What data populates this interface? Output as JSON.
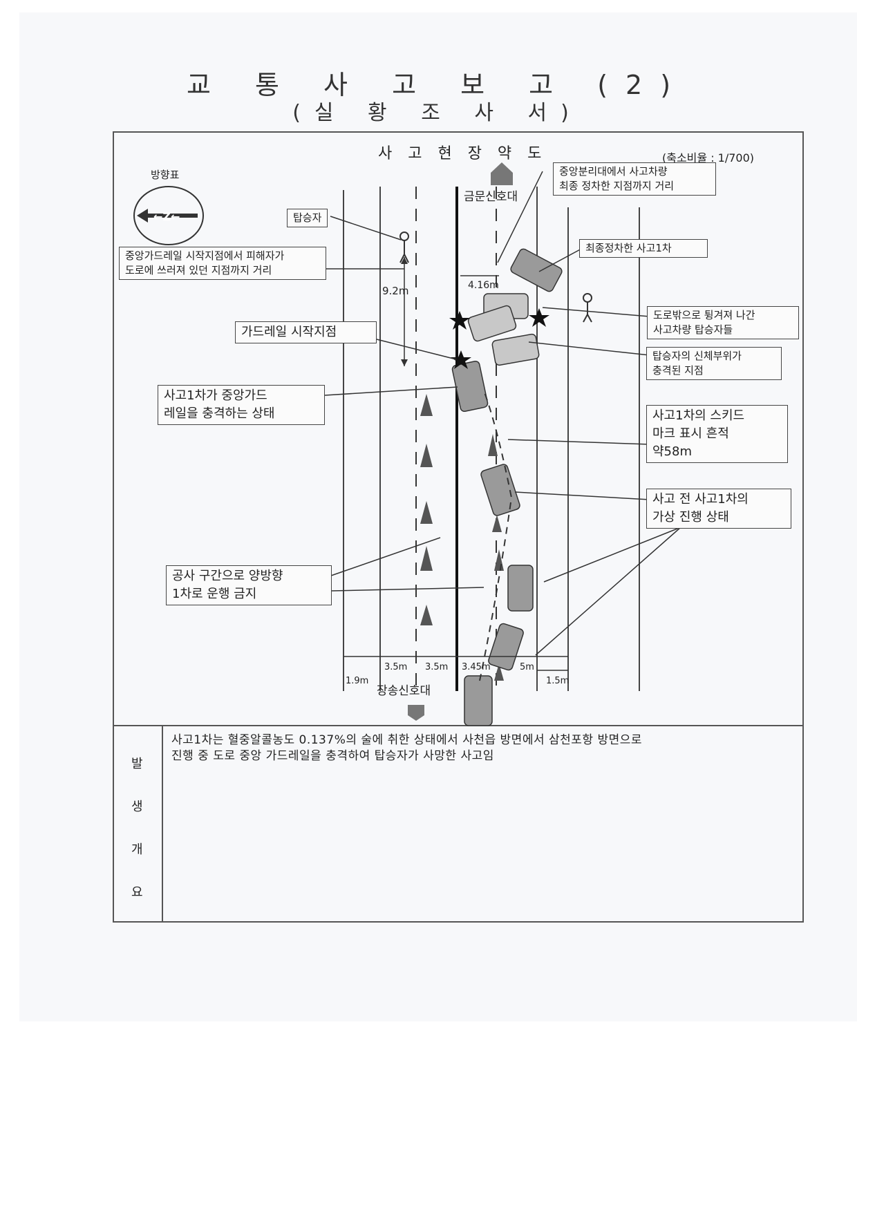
{
  "header": {
    "title": "교 통 사 고 보 고 (2)",
    "subtitle": "(실 황 조 사 서)"
  },
  "sketch": {
    "heading": "사 고 현 장 약 도",
    "scale": "(축소비율 : 1/700)",
    "compass_label": "방향표",
    "top_signal": "금문신호대",
    "bottom_signal": "장송신호대",
    "callouts": {
      "passenger": "탑승자",
      "victim_distance": [
        "중앙가드레일 시작지점에서 피해자가",
        "도로에 쓰러져 있던 지점까지 거리"
      ],
      "guardrail_start": "가드레일 시작지점",
      "impact_state": [
        "사고1차가 중앙가드",
        "레일을 충격하는 상태"
      ],
      "construction": [
        "공사 구간으로 양방향",
        "1차로 운행 금지"
      ],
      "median_distance": [
        "중앙분리대에서 사고차량",
        "최종 정차한 지점까지 거리"
      ],
      "final_stop": "최종정차한 사고1차",
      "ejected": [
        "도로밖으로 튕겨져 나간",
        "사고차량 탑승자들"
      ],
      "body_impact": [
        "탑승자의 신체부위가",
        "충격된 지점"
      ],
      "skid": [
        "사고1차의 스키드",
        "마크 표시 흔적",
        "약58m"
      ],
      "virtual_path": [
        "사고 전 사고1차의",
        "가상 진행 상태"
      ]
    },
    "dimensions": {
      "d_92": "9.2m",
      "d_416": "4.16m",
      "w_19": "1.9m",
      "w_35a": "3.5m",
      "w_35b": "3.5m",
      "w_345": "3.45m",
      "w_5": "5m",
      "w_15": "1.5m"
    }
  },
  "summary": {
    "label_chars": [
      "발",
      "생",
      "개",
      "요"
    ],
    "lines": [
      "사고1차는 혈중알콜농도 0.137%의 술에 취한 상태에서 사천읍 방면에서 삼천포항 방면으로",
      "진행 중 도로 중앙 가드레일을 충격하여 탑승자가 사망한 사고임"
    ]
  }
}
